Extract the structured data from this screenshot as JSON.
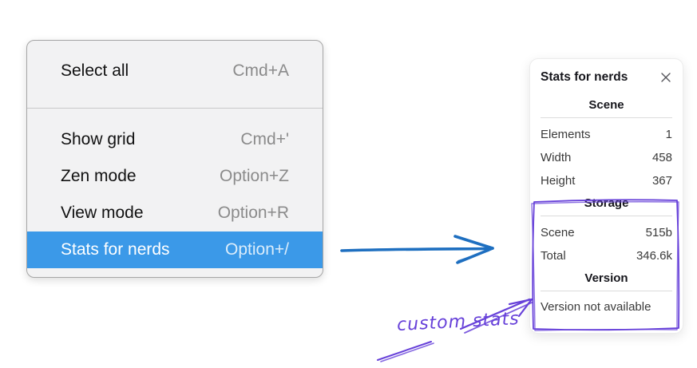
{
  "colors": {
    "highlight_blue": "#3b99e8",
    "arrow_blue": "#1e6fc0",
    "violet": "#6741d9"
  },
  "menu": {
    "items": [
      {
        "label": "Select all",
        "shortcut": "Cmd+A"
      },
      {
        "label": "Show grid",
        "shortcut": "Cmd+'"
      },
      {
        "label": "Zen mode",
        "shortcut": "Option+Z"
      },
      {
        "label": "View mode",
        "shortcut": "Option+R"
      },
      {
        "label": "Stats for nerds",
        "shortcut": "Option+/"
      }
    ]
  },
  "stats": {
    "title": "Stats for nerds",
    "sections": [
      {
        "heading": "Scene",
        "rows": [
          {
            "label": "Elements",
            "value": "1"
          },
          {
            "label": "Width",
            "value": "458"
          },
          {
            "label": "Height",
            "value": "367"
          }
        ]
      },
      {
        "heading": "Storage",
        "rows": [
          {
            "label": "Scene",
            "value": "515b"
          },
          {
            "label": "Total",
            "value": "346.6k"
          }
        ]
      },
      {
        "heading": "Version",
        "note": "Version not available"
      }
    ]
  },
  "annotation": {
    "label": "custom stats"
  }
}
